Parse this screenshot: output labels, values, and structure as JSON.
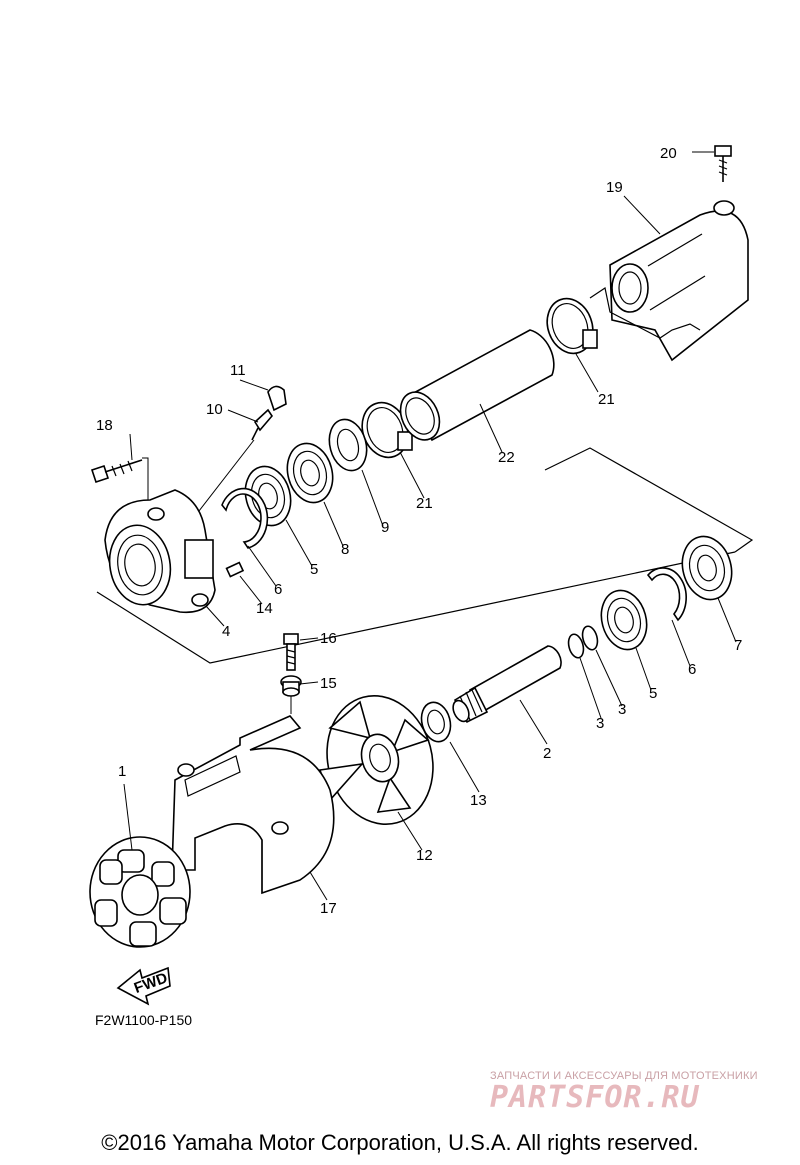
{
  "diagram": {
    "callouts": [
      "1",
      "2",
      "3",
      "3",
      "4",
      "5",
      "5",
      "6",
      "6",
      "7",
      "8",
      "9",
      "10",
      "11",
      "12",
      "13",
      "14",
      "15",
      "16",
      "17",
      "18",
      "19",
      "20",
      "21",
      "21",
      "22"
    ],
    "fwd_label": "FWD",
    "drawing_code": "F2W1100-P150"
  },
  "watermark": {
    "tagline": "ЗАПЧАСТИ И АКСЕССУАРЫ ДЛЯ МОТОТЕХНИКИ",
    "brand": "PARTSFOR.RU"
  },
  "footer": {
    "copyright": "©2016 Yamaha Motor Corporation, U.S.A. All rights reserved."
  }
}
